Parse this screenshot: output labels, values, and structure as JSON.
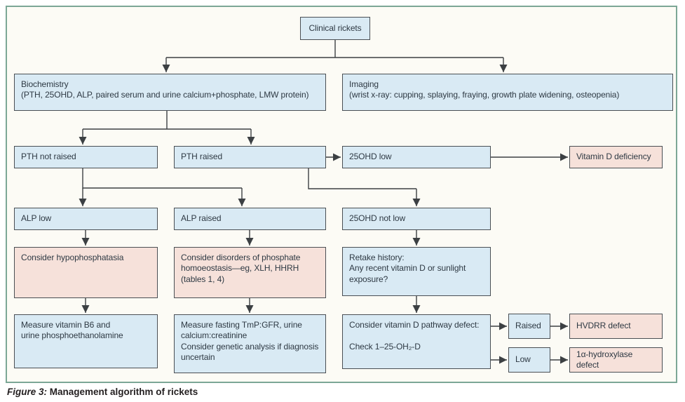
{
  "figure": {
    "caption": {
      "label": "Figure 3:",
      "title": " Management algorithm of rickets"
    }
  },
  "colors": {
    "border_green": "#7ca796",
    "figure_bg": "#fcfbf5",
    "box_blue": "#d9eaf4",
    "box_pink": "#f6e1da",
    "box_border": "#4a4f54",
    "line": "#3c4043",
    "text": "#2e3943",
    "caption": "#231f20"
  },
  "boxes": {
    "clinical_rickets": {
      "text": "Clinical rickets"
    },
    "biochemistry": {
      "title": "Biochemistry",
      "detail": "(PTH, 25OHD, ALP, paired serum and urine calcium+phosphate, LMW protein)"
    },
    "imaging": {
      "title": "Imaging",
      "detail": "(wrist x-ray: cupping, splaying, fraying, growth plate widening, osteopenia)"
    },
    "pth_not_raised": {
      "text": "PTH not raised"
    },
    "pth_raised": {
      "text": "PTH raised"
    },
    "ohd25_low": {
      "text": "25OHD low"
    },
    "vitamin_d_deficiency": {
      "text": "Vitamin D deficiency"
    },
    "alp_low": {
      "text": "ALP low"
    },
    "alp_raised": {
      "text": "ALP raised"
    },
    "ohd25_not_low": {
      "text": "25OHD not low"
    },
    "consider_hypophosphatasia": {
      "text": "Consider hypophosphatasia"
    },
    "consider_phosphate_disorders": {
      "text": "Consider disorders of phosphate homoeostasis—eg, XLH, HHRH (tables 1, 4)"
    },
    "retake_history": {
      "line1": "Retake history:",
      "line2": "Any recent vitamin D or sunlight exposure?"
    },
    "measure_b6": {
      "line1": "Measure vitamin B6 and",
      "line2": "urine phosphoethanolamine"
    },
    "measure_fasting": {
      "line1": "Measure fasting TmP:GFR, urine calcium:creatinine",
      "line2": "Consider genetic analysis if diagnosis uncertain"
    },
    "vitamin_d_pathway": {
      "line1": "Consider vitamin D pathway defect:",
      "line2": "Check 1–25-OH₂-D"
    },
    "raised": {
      "text": "Raised"
    },
    "hvdrr_defect": {
      "text": "HVDRR defect"
    },
    "low": {
      "text": "Low"
    },
    "hydroxylase_defect": {
      "text": "1α-hydroxylase defect"
    }
  }
}
